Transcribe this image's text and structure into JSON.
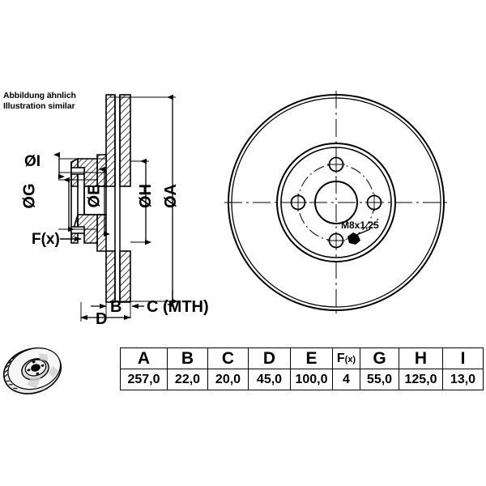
{
  "document": {
    "type": "technical-drawing",
    "subject": "brake-disc",
    "note_de": "Abbildung ähnlich",
    "note_en": "Illustration similar"
  },
  "drawing": {
    "section_view": {
      "name": "cross-section-view",
      "diameter_labels": [
        "ØI",
        "ØG",
        "ØE",
        "ØH",
        "ØA"
      ],
      "force_label": "F(x)",
      "linear_labels": [
        "B",
        "C (MTH)",
        "D"
      ]
    },
    "front_view": {
      "name": "front-circular-view",
      "thread_spec": "M8x1,25",
      "bolt_hole_count": 4
    },
    "thumbnail": {
      "name": "brake-disc-isometric-thumbnail"
    }
  },
  "spec_table": {
    "headers": [
      "A",
      "B",
      "C",
      "D",
      "E",
      "F(x)",
      "G",
      "H",
      "I"
    ],
    "fx_base": "F",
    "fx_sub": "(x)",
    "values": [
      "257,0",
      "22,0",
      "20,0",
      "45,0",
      "100,0",
      "4",
      "55,0",
      "125,0",
      "13,0"
    ]
  },
  "colors": {
    "line": "#000000",
    "background": "#ffffff",
    "hatch": "#000000"
  }
}
